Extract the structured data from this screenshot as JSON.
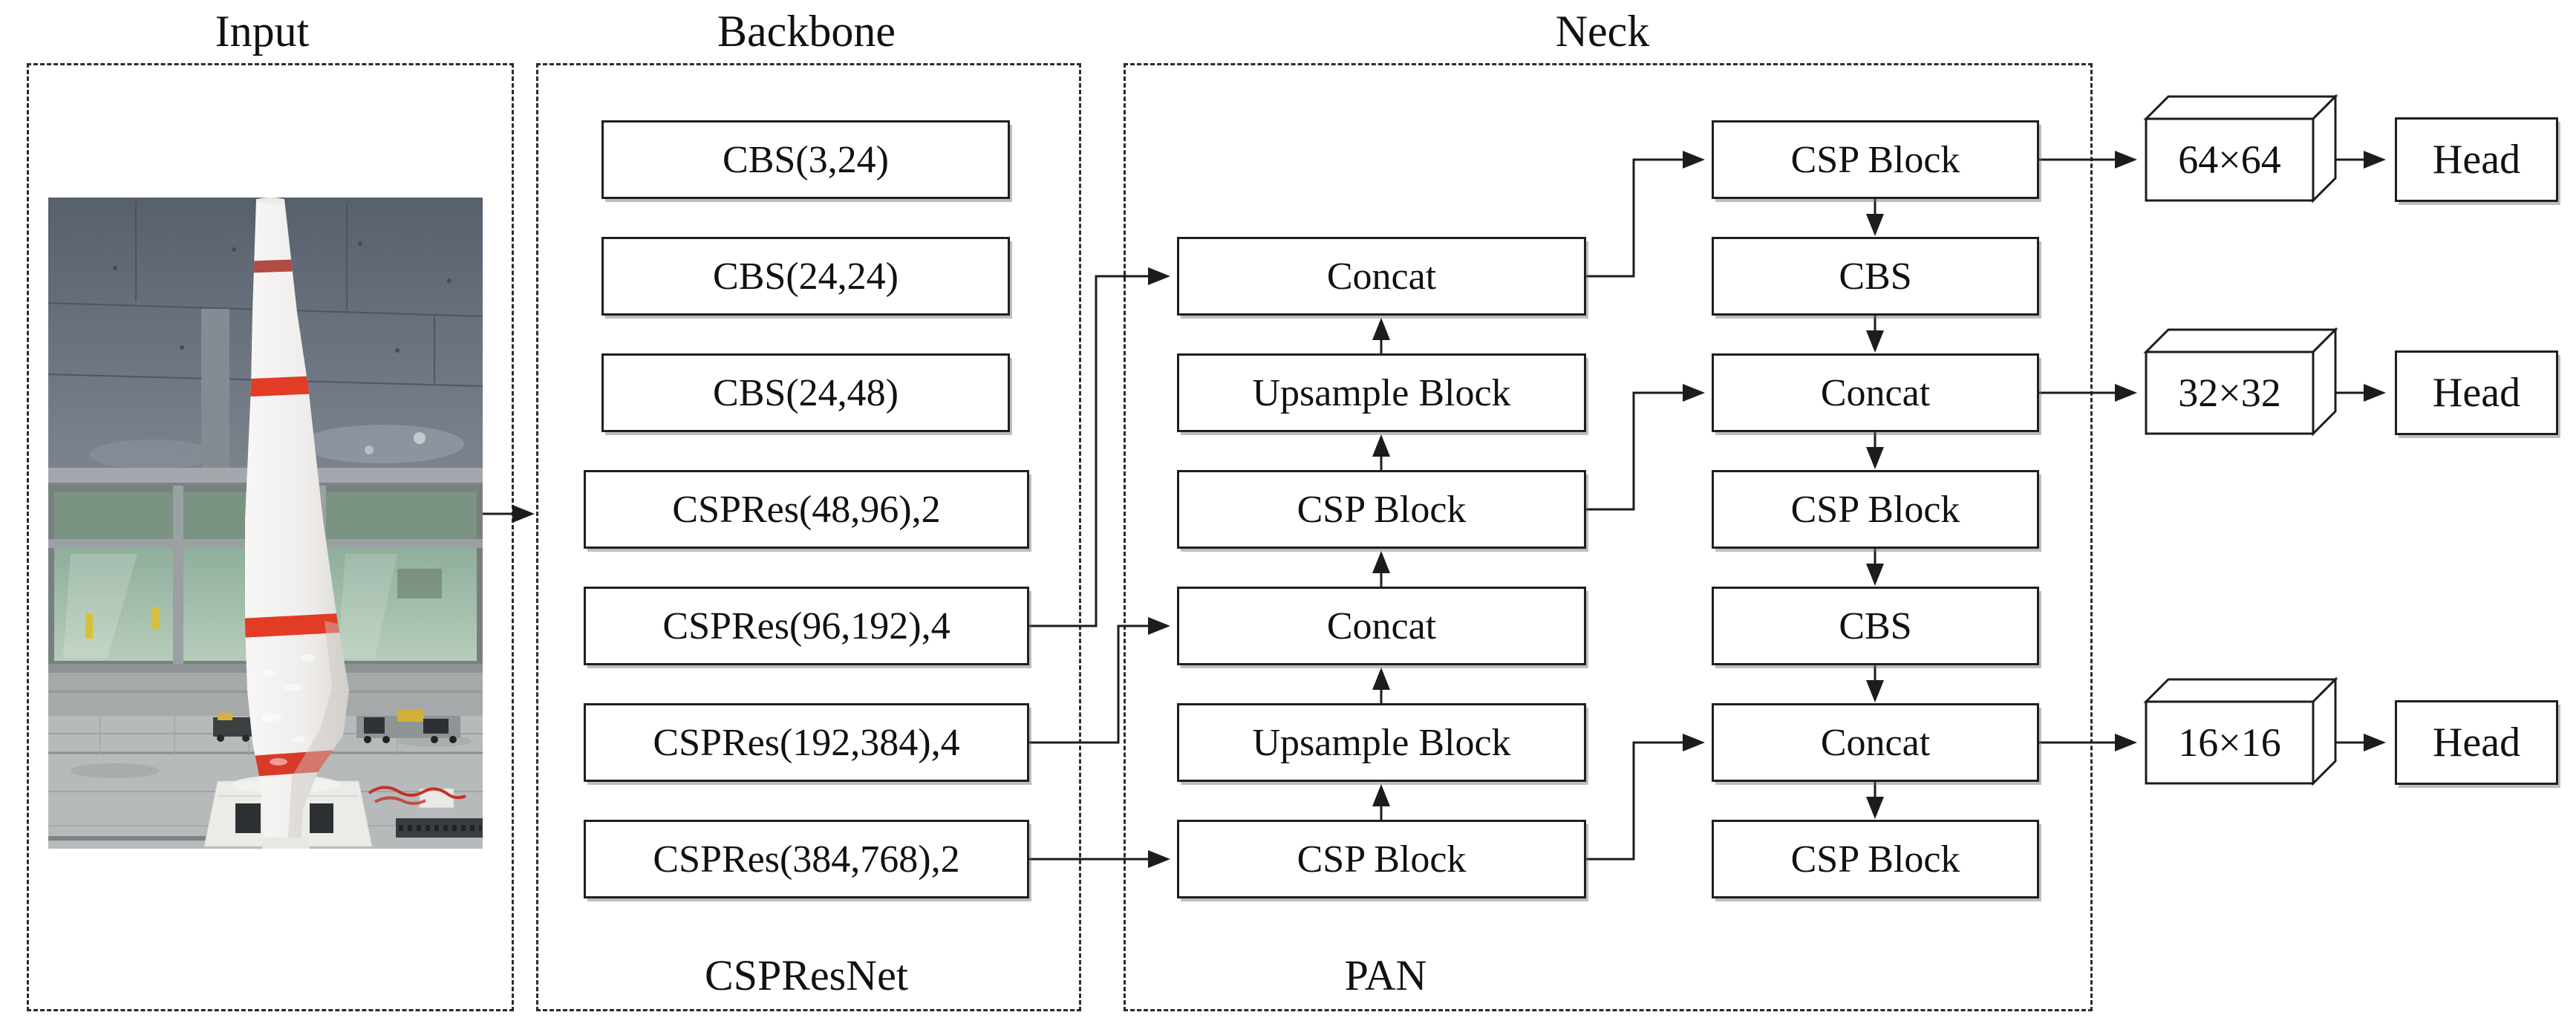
{
  "sections": {
    "input": "Input",
    "backbone": "Backbone",
    "neck": "Neck"
  },
  "backbone": {
    "blocks": [
      "CBS(3,24)",
      "CBS(24,24)",
      "CBS(24,48)",
      "CSPRes(48,96),2",
      "CSPRes(96,192),4",
      "CSPRes(192,384),4",
      "CSPRes(384,768),2"
    ],
    "caption": "CSPResNet"
  },
  "neck": {
    "left_column": [
      "Concat",
      "Upsample Block",
      "CSP Block",
      "Concat",
      "Upsample Block",
      "CSP Block"
    ],
    "right_column": [
      "CSP Block",
      "CBS",
      "Concat",
      "CSP Block",
      "CBS",
      "Concat",
      "CSP Block"
    ],
    "caption": "PAN"
  },
  "outputs": {
    "feature_maps": [
      "64×64",
      "32×32",
      "16×16"
    ],
    "head_label": "Head"
  },
  "input_image": {
    "subject": "wind-turbine blade specimen with red stripes in test hall"
  },
  "colors": {
    "line": "#1c1c1c",
    "stripe_red": "#e23b26",
    "box_border": "#1f1f1f"
  }
}
